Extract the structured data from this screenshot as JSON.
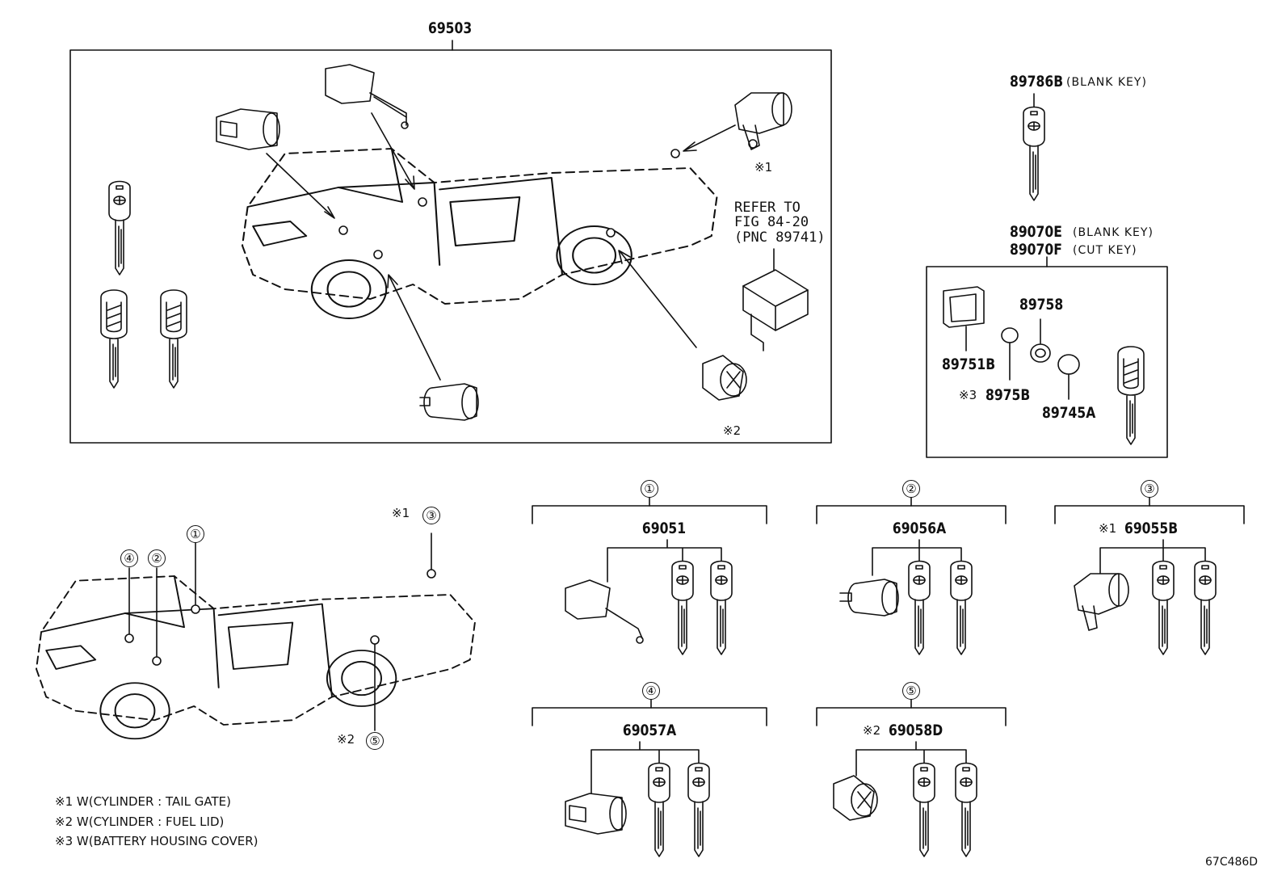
{
  "main_assembly": {
    "part_number": "69503"
  },
  "refer_note": {
    "lines": [
      "REFER TO",
      "FIG 84-20",
      "(PNC 89741)"
    ]
  },
  "blank_key_top": {
    "part_number": "89786B",
    "desc": "(BLANK KEY)"
  },
  "transmitter_group": {
    "pn_1": "89070E",
    "desc_1": "(BLANK KEY)",
    "pn_2": "89070F",
    "desc_2": "(CUT KEY)",
    "parts": {
      "housing": "89751B",
      "cover": "8975B",
      "cover_mark": "※3",
      "spacer": "89758",
      "battery": "89745A"
    }
  },
  "callouts": {
    "c1": "①",
    "c2": "②",
    "c3": "③",
    "c4": "④",
    "c5": "⑤",
    "mark1": "※1",
    "mark2": "※2"
  },
  "sets": [
    {
      "id": "①",
      "mark": "",
      "part_number": "69051"
    },
    {
      "id": "②",
      "mark": "",
      "part_number": "69056A"
    },
    {
      "id": "③",
      "mark": "※1",
      "part_number": "69055B"
    },
    {
      "id": "④",
      "mark": "",
      "part_number": "69057A"
    },
    {
      "id": "⑤",
      "mark": "※2",
      "part_number": "69058D"
    }
  ],
  "notes": [
    "※1 W(CYLINDER : TAIL GATE)",
    "※2 W(CYLINDER : FUEL LID)",
    "※3 W(BATTERY HOUSING COVER)"
  ],
  "figure_code": "67C486D"
}
